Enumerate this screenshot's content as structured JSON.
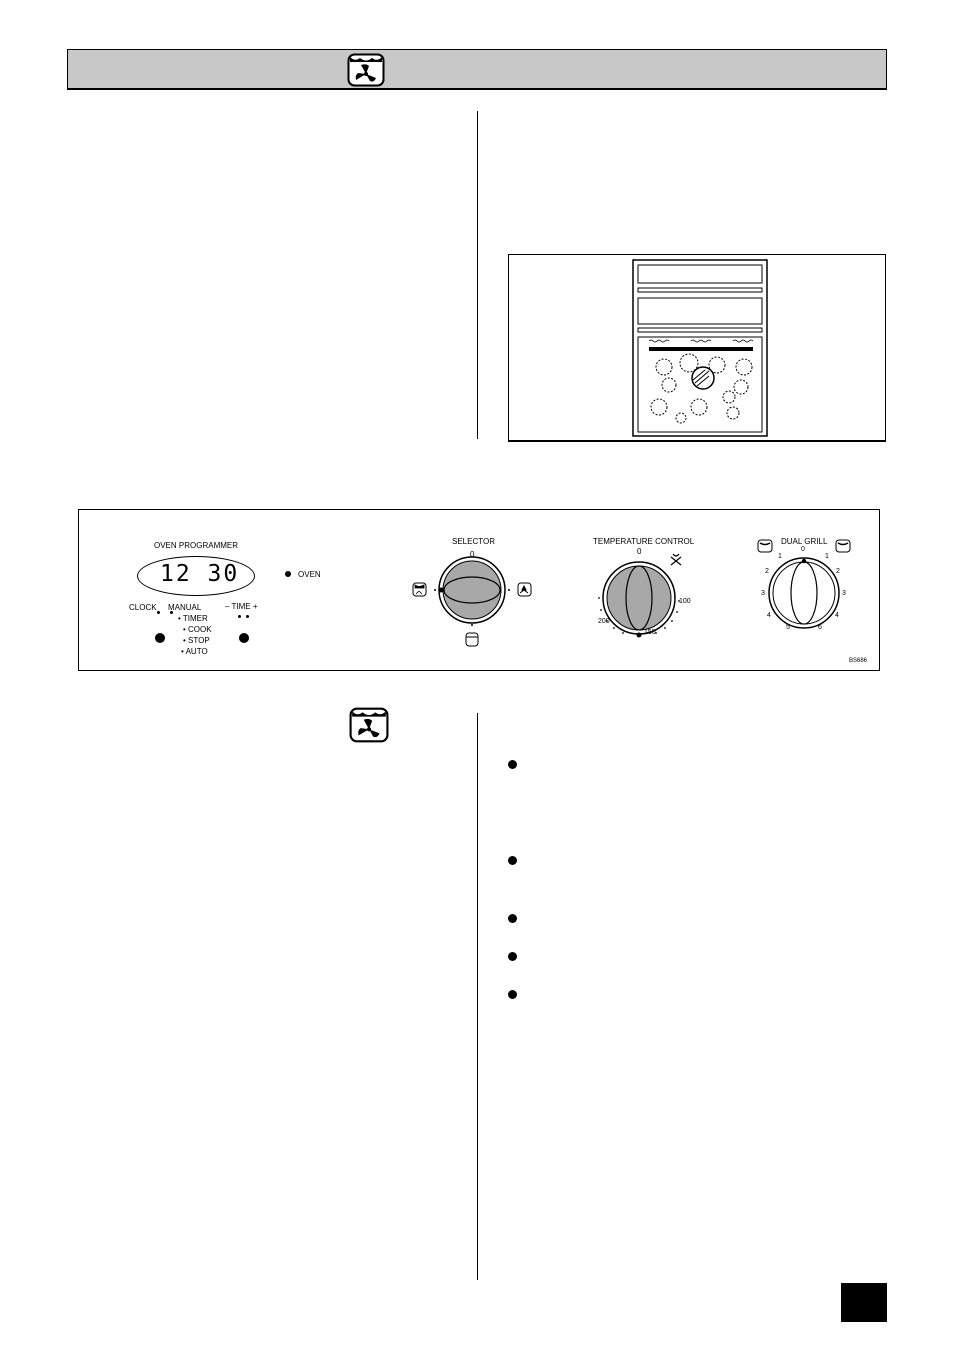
{
  "header": {
    "icon": "fan-oven-icon"
  },
  "panel": {
    "programmer_title": "OVEN PROGRAMMER",
    "display_time": "12 30",
    "oven_indicator": "OVEN",
    "clock_label": "CLOCK",
    "manual_label": "MANUAL",
    "time_label": "– TIME +",
    "modes": [
      "TIMER",
      "COOK",
      "STOP",
      "AUTO"
    ],
    "selector_label": "SELECTOR",
    "selector_zero": "0",
    "temperature_label": "TEMPERATURE CONTROL",
    "temperature_zero": "0",
    "temperature_marks": [
      "100",
      "150",
      "200"
    ],
    "grill_label": "DUAL GRILL",
    "grill_zero": "0",
    "grill_marks_left": [
      "1",
      "2",
      "3",
      "4",
      "5"
    ],
    "grill_marks_right": [
      "1",
      "2",
      "3",
      "4",
      "6"
    ],
    "code": "BS686"
  },
  "section2": {
    "icon": "fan-oven-icon"
  }
}
